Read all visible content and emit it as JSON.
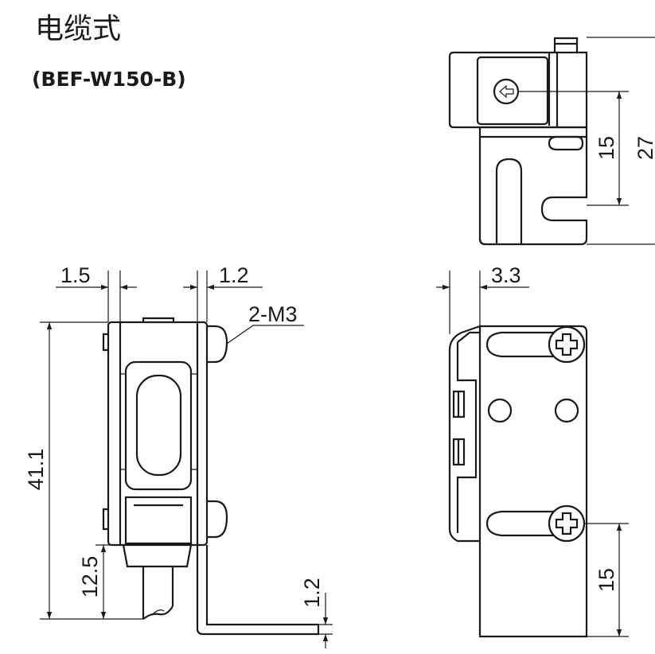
{
  "title": "电缆式",
  "model": "(BEF-W150-B)",
  "dimensions": {
    "d15_top": "15",
    "d27": "27",
    "d1_5": "1.5",
    "d1_2_top": "1.2",
    "screw": "2-M3",
    "d3_3": "3.3",
    "d41_1": "41.1",
    "d12_5": "12.5",
    "d1_2_bottom": "1.2",
    "d15_bottom": "15"
  }
}
